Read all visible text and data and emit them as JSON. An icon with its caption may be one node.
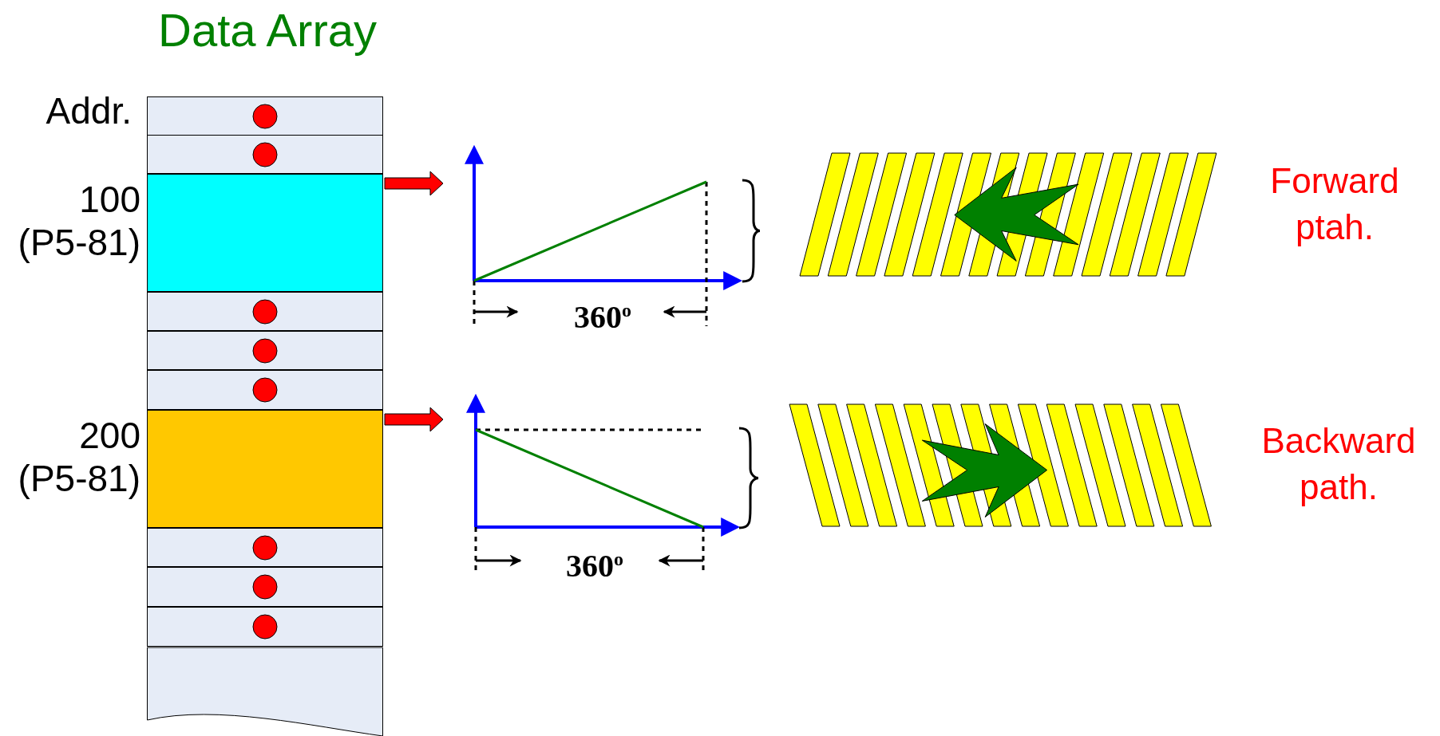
{
  "diagram": {
    "title": "Data Array",
    "nodes": [
      {
        "text": [],
        "shape": "box"
      },
      {
        "text": [],
        "shape": "box"
      },
      {
        "text": [],
        "shape": "box",
        "beside": [
          "100 (P5-81)"
        ]
      },
      {
        "text": [],
        "shape": "box"
      },
      {
        "text": [],
        "shape": "box"
      },
      {
        "text": [],
        "shape": "box"
      },
      {
        "text": [],
        "shape": "box",
        "beside": [
          "200 (P5-81)"
        ]
      },
      {
        "text": [],
        "shape": "box"
      },
      {
        "text": [],
        "shape": "box"
      },
      {
        "text": [],
        "shape": "box"
      },
      {
        "text": [],
        "shape": "box"
      },
      {
        "text": [
          "360$^{o}$"
        ]
      },
      {
        "text": [
          "360$^{o}$"
        ]
      }
    ],
    "edges": [
      {
        "from": 2,
        "to": 11,
        "arrow": "to"
      },
      {
        "from": 6,
        "to": 12,
        "arrow": "to"
      }
    ],
    "labels": [
      "Addr.",
      "Forward ptah.",
      "Backward path."
    ]
  }
}
